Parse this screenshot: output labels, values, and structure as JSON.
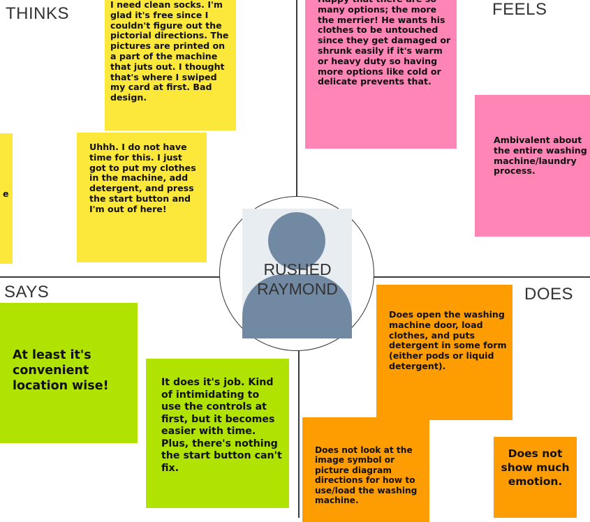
{
  "persona": {
    "name_line1": "RUSHED",
    "name_line2": "RAYMOND"
  },
  "quadrants": {
    "thinks": "THINKS",
    "feels": "FEELS",
    "says": "SAYS",
    "does": "DOES"
  },
  "notes": {
    "thinks_1": "I need clean socks. I'm glad it's free since I couldn't figure out the pictorial directions.  The pictures are printed on a part of the machine that juts out. I thought that's where I swiped my card at first.  Bad design.",
    "thinks_2": "Uhhh.  I do not have time for this.  I just got to put my clothes in the machine, add detergent, and press the start button and I'm out of here!",
    "thinks_3": "e",
    "feels_1": "Happy that there are so many options; the more the merrier! He wants his clothes to be untouched since they get damaged or shrunk easily if it's warm or heavy duty so having more options like cold or delicate prevents that.",
    "feels_2": "Ambivalent about the entire washing machine/laundry process.",
    "says_1": "At least it's convenient location wise!",
    "says_2": "It does it's job.  Kind of intimidating to use the controls at first, but it becomes easier with time. Plus, there's nothing the start button can't fix.",
    "does_1": "Does open the washing machine door, load clothes, and puts detergent in some form (either pods or liquid detergent).",
    "does_2": "Does not look at the image symbol or picture diagram directions for how to use/load the washing machine.",
    "does_3": "Does not show much emotion."
  },
  "colors": {
    "thinks_note": "#fce83a",
    "feels_note": "#fe85b6",
    "says_note": "#b1e302",
    "does_note": "#fe9d02",
    "avatar": "#7289a4"
  }
}
